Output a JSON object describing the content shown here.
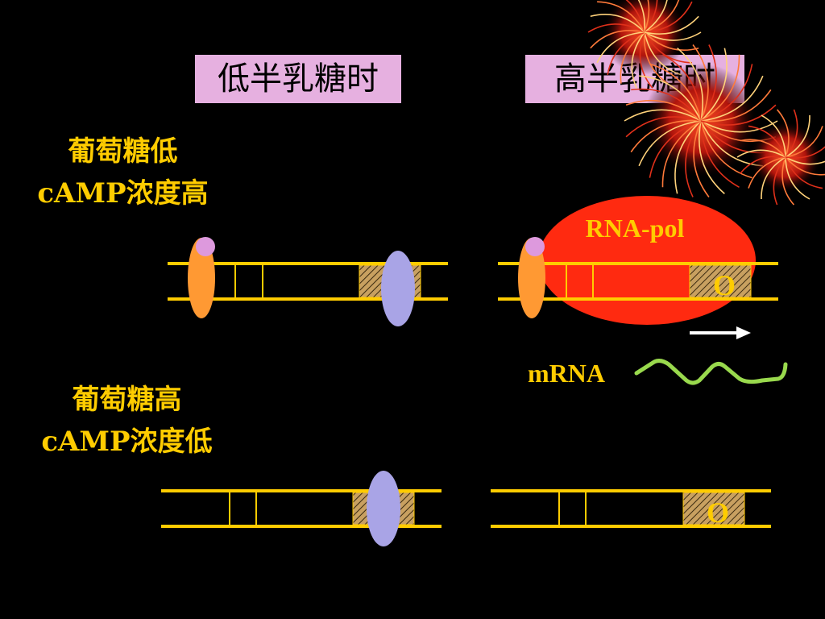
{
  "headers": {
    "low_lactose": "低半乳糖时",
    "high_lactose": "高半乳糖时"
  },
  "conditions": {
    "top": {
      "line1": "葡萄糖低",
      "line2": "cAMP浓度高"
    },
    "bottom": {
      "line1": "葡萄糖高",
      "line2": "cAMP浓度低"
    }
  },
  "labels": {
    "rna_pol": "RNA-pol",
    "operator": "O",
    "mrna": "mRNA"
  },
  "colors": {
    "background": "#000000",
    "header_box": "#e6b0e0",
    "dna_strand": "#ffcc00",
    "label_text": "#ffcc00",
    "cap_protein": "#ff9933",
    "camp": "#dd99dd",
    "repressor": "#a9a4e6",
    "rna_polymerase": "#ff2a10",
    "mrna": "#99d94d",
    "arrow": "#ffffff"
  },
  "decoration": {
    "name": "fireworks-image"
  }
}
